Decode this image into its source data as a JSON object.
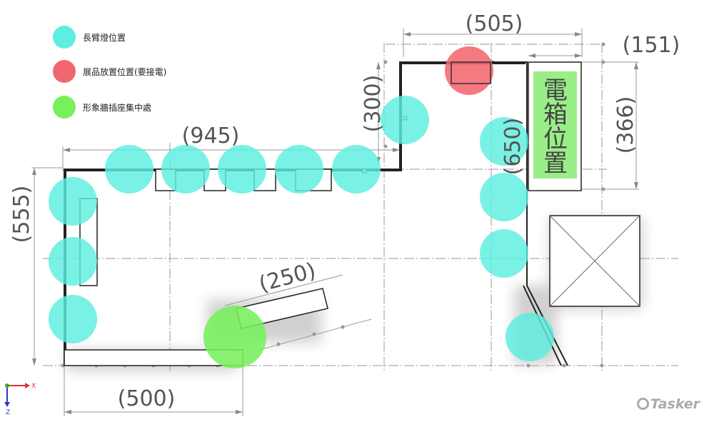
{
  "legend": [
    {
      "label": "長臂燈位置",
      "color": "#5eeee0"
    },
    {
      "label": "展品放置位置(要接電)",
      "color": "#f26670"
    },
    {
      "label": "形象牆插座集中處",
      "color": "#78f05c"
    }
  ],
  "dimensions": {
    "d505": "(505)",
    "d151": "(151)",
    "d300": "(300)",
    "d945": "(945)",
    "d555": "(555)",
    "d650": "(650)",
    "d366": "(366)",
    "d250": "(250)",
    "d500": "(500)"
  },
  "panel": {
    "lines": [
      "電",
      "箱",
      "位",
      "置"
    ],
    "color": "#99ee88"
  },
  "axes": {
    "x": "X",
    "z": "Z"
  },
  "watermark": "Tasker"
}
